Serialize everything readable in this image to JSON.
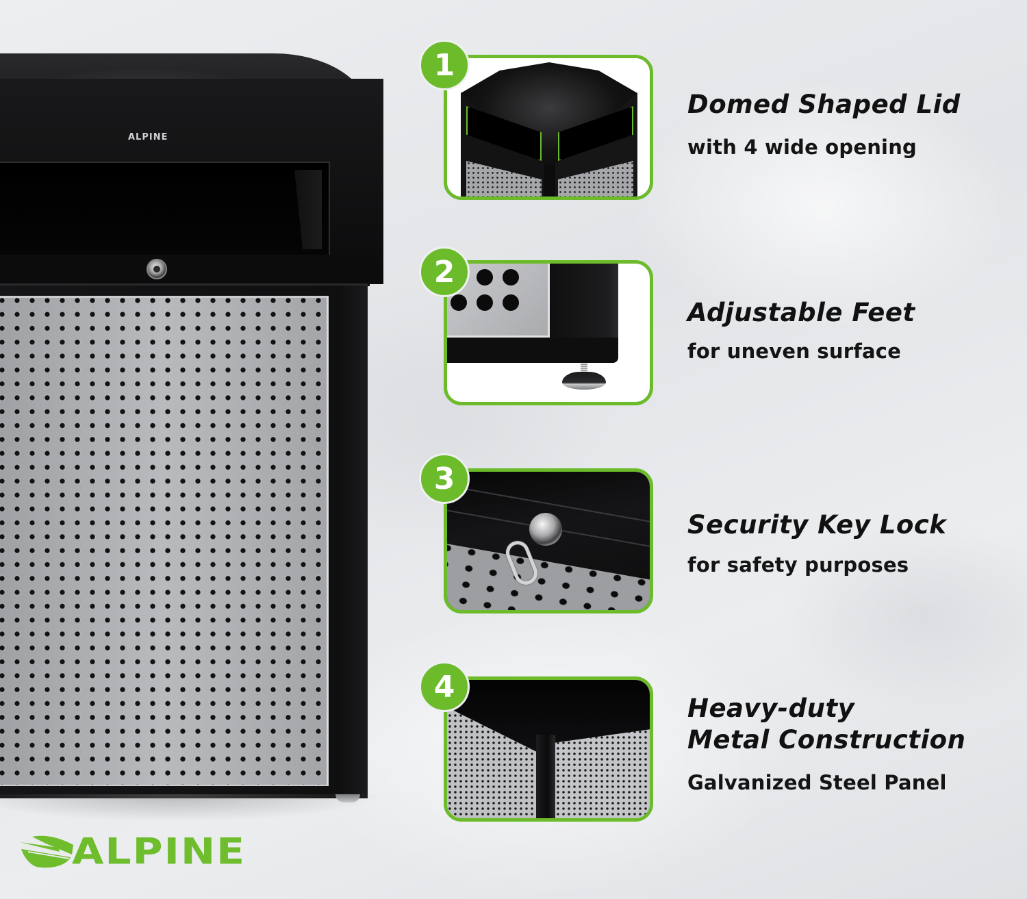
{
  "product": {
    "lid_logo_text": "ALPINE",
    "lock_icon": "key-lock-icon",
    "panel_pattern": "perforated-steel"
  },
  "brand": {
    "logo_text": "ALPINE",
    "logo_icon": "alpine-leaf-mark-icon",
    "color": "#6ebd2c"
  },
  "theme": {
    "accent": "#6cbb2b",
    "text": "#111111",
    "background": "#e6e8ea"
  },
  "features": [
    {
      "number": "1",
      "title_lines": [
        "Domed Shaped Lid"
      ],
      "subtitle": "with 4 wide opening",
      "image": "domed-lid-closeup"
    },
    {
      "number": "2",
      "title_lines": [
        "Adjustable Feet"
      ],
      "subtitle": "for uneven surface",
      "image": "adjustable-foot-closeup"
    },
    {
      "number": "3",
      "title_lines": [
        "Security Key Lock"
      ],
      "subtitle": "for safety purposes",
      "image": "key-lock-closeup"
    },
    {
      "number": "4",
      "title_lines": [
        "Heavy-duty",
        "Metal Construction"
      ],
      "subtitle": "Galvanized Steel Panel",
      "image": "steel-panel-corner-closeup"
    }
  ]
}
